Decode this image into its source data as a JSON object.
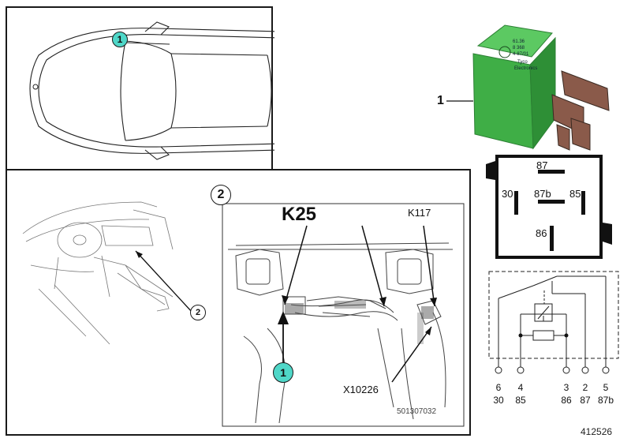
{
  "colors": {
    "callout_fill": "#4fd7c8",
    "relay_green": "#3fae46",
    "relay_green_dark": "#2b7f33",
    "line": "#1a1a1a"
  },
  "top_left_panel": {
    "callout": "1"
  },
  "install_panel": {
    "view_number": "2",
    "overview_callout": "2",
    "label_k25": "K25",
    "label_k117": "K117",
    "label_x10226": "X10226",
    "callout": "1",
    "image_code": "501307032"
  },
  "relay": {
    "callout_label": "1",
    "housing_text": [
      "61.36",
      "8 368",
      "4-87/01",
      "Tyco",
      "Electronics"
    ]
  },
  "pinout": {
    "pins": [
      "87",
      "30",
      "87b",
      "85",
      "86"
    ]
  },
  "schematic": {
    "pins": [
      {
        "number": "6",
        "terminal": "30"
      },
      {
        "number": "4",
        "terminal": "85"
      },
      {
        "number": "3",
        "terminal": "86"
      },
      {
        "number": "2",
        "terminal": "87"
      },
      {
        "number": "5",
        "terminal": "87b"
      }
    ]
  },
  "footer": {
    "diagram_id": "412526"
  }
}
